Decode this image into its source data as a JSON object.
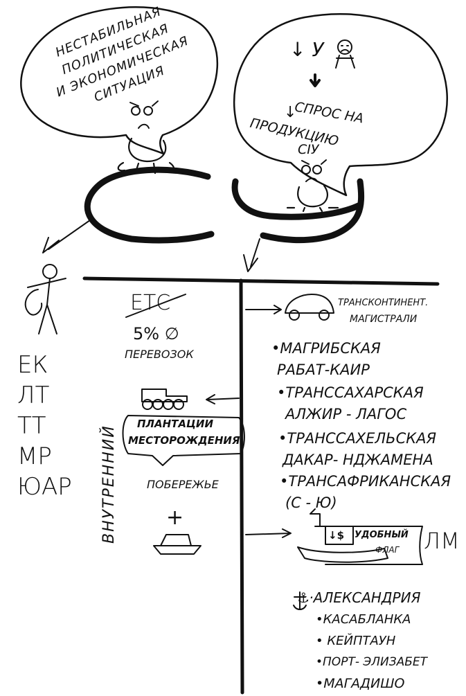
{
  "bubble_left": {
    "lines": [
      "НЕСТАБИЛЬНАЯ",
      "ПОЛИТИЧЕСКАЯ",
      "И ЭКОНОМИЧЕСКАЯ",
      "СИТУАЦИЯ"
    ]
  },
  "bubble_right": {
    "top_mark": "↓ У",
    "down_mark": "↓",
    "lines": [
      "СПРОС НА",
      "ПРОДУКЦИЮ",
      "СІУ"
    ]
  },
  "letters_su": "СУ",
  "left_column": [
    "ЕК",
    "ЛТ",
    "ТТ",
    "МР",
    "ЮАР"
  ],
  "etc": {
    "crossed": "ЕТС",
    "percent": "5% ∅",
    "label": "ПЕРЕВОЗОК"
  },
  "internal_label": "ВНУТРЕННИЙ",
  "plantations": {
    "line1": "ПЛАНТАЦИИ",
    "line2": "МЕСТОРОЖДЕНИЯ"
  },
  "coast": "ПОБЕРЕЖЬЕ",
  "plus": "+",
  "transcontinental": {
    "line1": "ТРАНСКОНТИНЕНТ.",
    "line2": "МАГИСТРАЛИ"
  },
  "routes": [
    {
      "name": "•МАГРИБСКАЯ",
      "path": "РАБАТ-КАИР"
    },
    {
      "name": "•ТРАНССАХАРСКАЯ",
      "path": "АЛЖИР - ЛАГОС"
    },
    {
      "name": "•ТРАНССАХЕЛЬСКАЯ",
      "path": "ДАКАР- НДЖАМЕНА"
    },
    {
      "name": "•ТРАНСАФРИКАНСКАЯ",
      "path": "(С - Ю)"
    }
  ],
  "flag": {
    "money": "↓$",
    "line1": "УДОБНЫЙ",
    "line2": "ФЛАГ",
    "side": "ЛМ"
  },
  "ports": [
    "⚓·АЛЕКСАНДРИЯ",
    "•КАСАБЛАНКА",
    "• КЕЙПТАУН",
    "•ПОРТ- ЭЛИЗАБЕТ",
    "•МАГАДИШО"
  ]
}
